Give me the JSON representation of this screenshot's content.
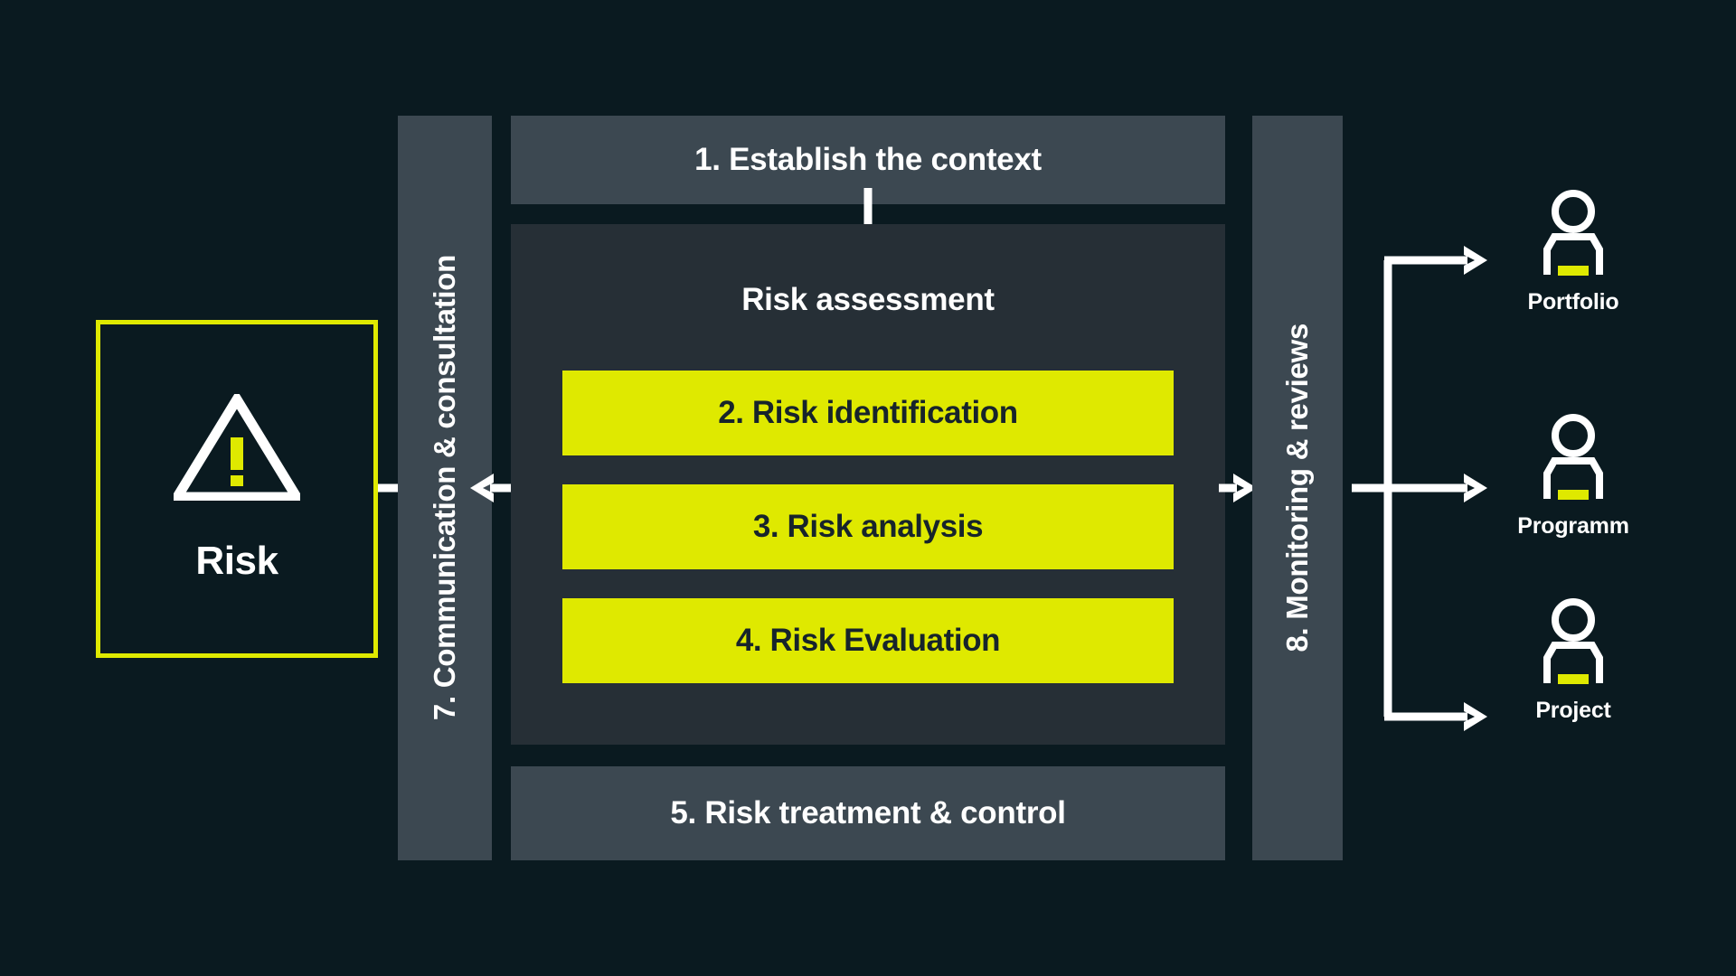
{
  "theme": {
    "background": "#0a1a20",
    "panel_gray": "#3c4851",
    "panel_dark": "#262f36",
    "accent_yellow": "#dfe900",
    "text_light": "#ffffff",
    "text_dark": "#17242b"
  },
  "risk_source": {
    "label": "Risk",
    "icon": "warning-triangle-icon",
    "border_color": "#dfe900"
  },
  "side_bars": {
    "left": {
      "label": "7. Communication & consultation",
      "number": 7
    },
    "right": {
      "label": "8. Monitoring & reviews",
      "number": 8
    }
  },
  "process": {
    "context": {
      "label": "1. Establish the context",
      "number": 1
    },
    "assessment": {
      "title": "Risk assessment",
      "steps": [
        {
          "number": 2,
          "label": "2. Risk identification"
        },
        {
          "number": 3,
          "label": "3. Risk analysis"
        },
        {
          "number": 4,
          "label": "4. Risk Evaluation"
        }
      ]
    },
    "treatment": {
      "label": "5. Risk treatment & control",
      "number": 5
    }
  },
  "outputs": [
    {
      "label": "Portfolio",
      "icon": "person-icon"
    },
    {
      "label": "Programm",
      "icon": "person-icon"
    },
    {
      "label": "Project",
      "icon": "person-icon"
    }
  ],
  "connectors": [
    {
      "name": "risk-to-communication",
      "direction": "right"
    },
    {
      "name": "assessment-to-communication",
      "direction": "left"
    },
    {
      "name": "context-to-assessment",
      "direction": "down"
    },
    {
      "name": "process-to-monitoring",
      "direction": "right"
    },
    {
      "name": "monitoring-to-outputs",
      "direction": "branch-right"
    }
  ]
}
